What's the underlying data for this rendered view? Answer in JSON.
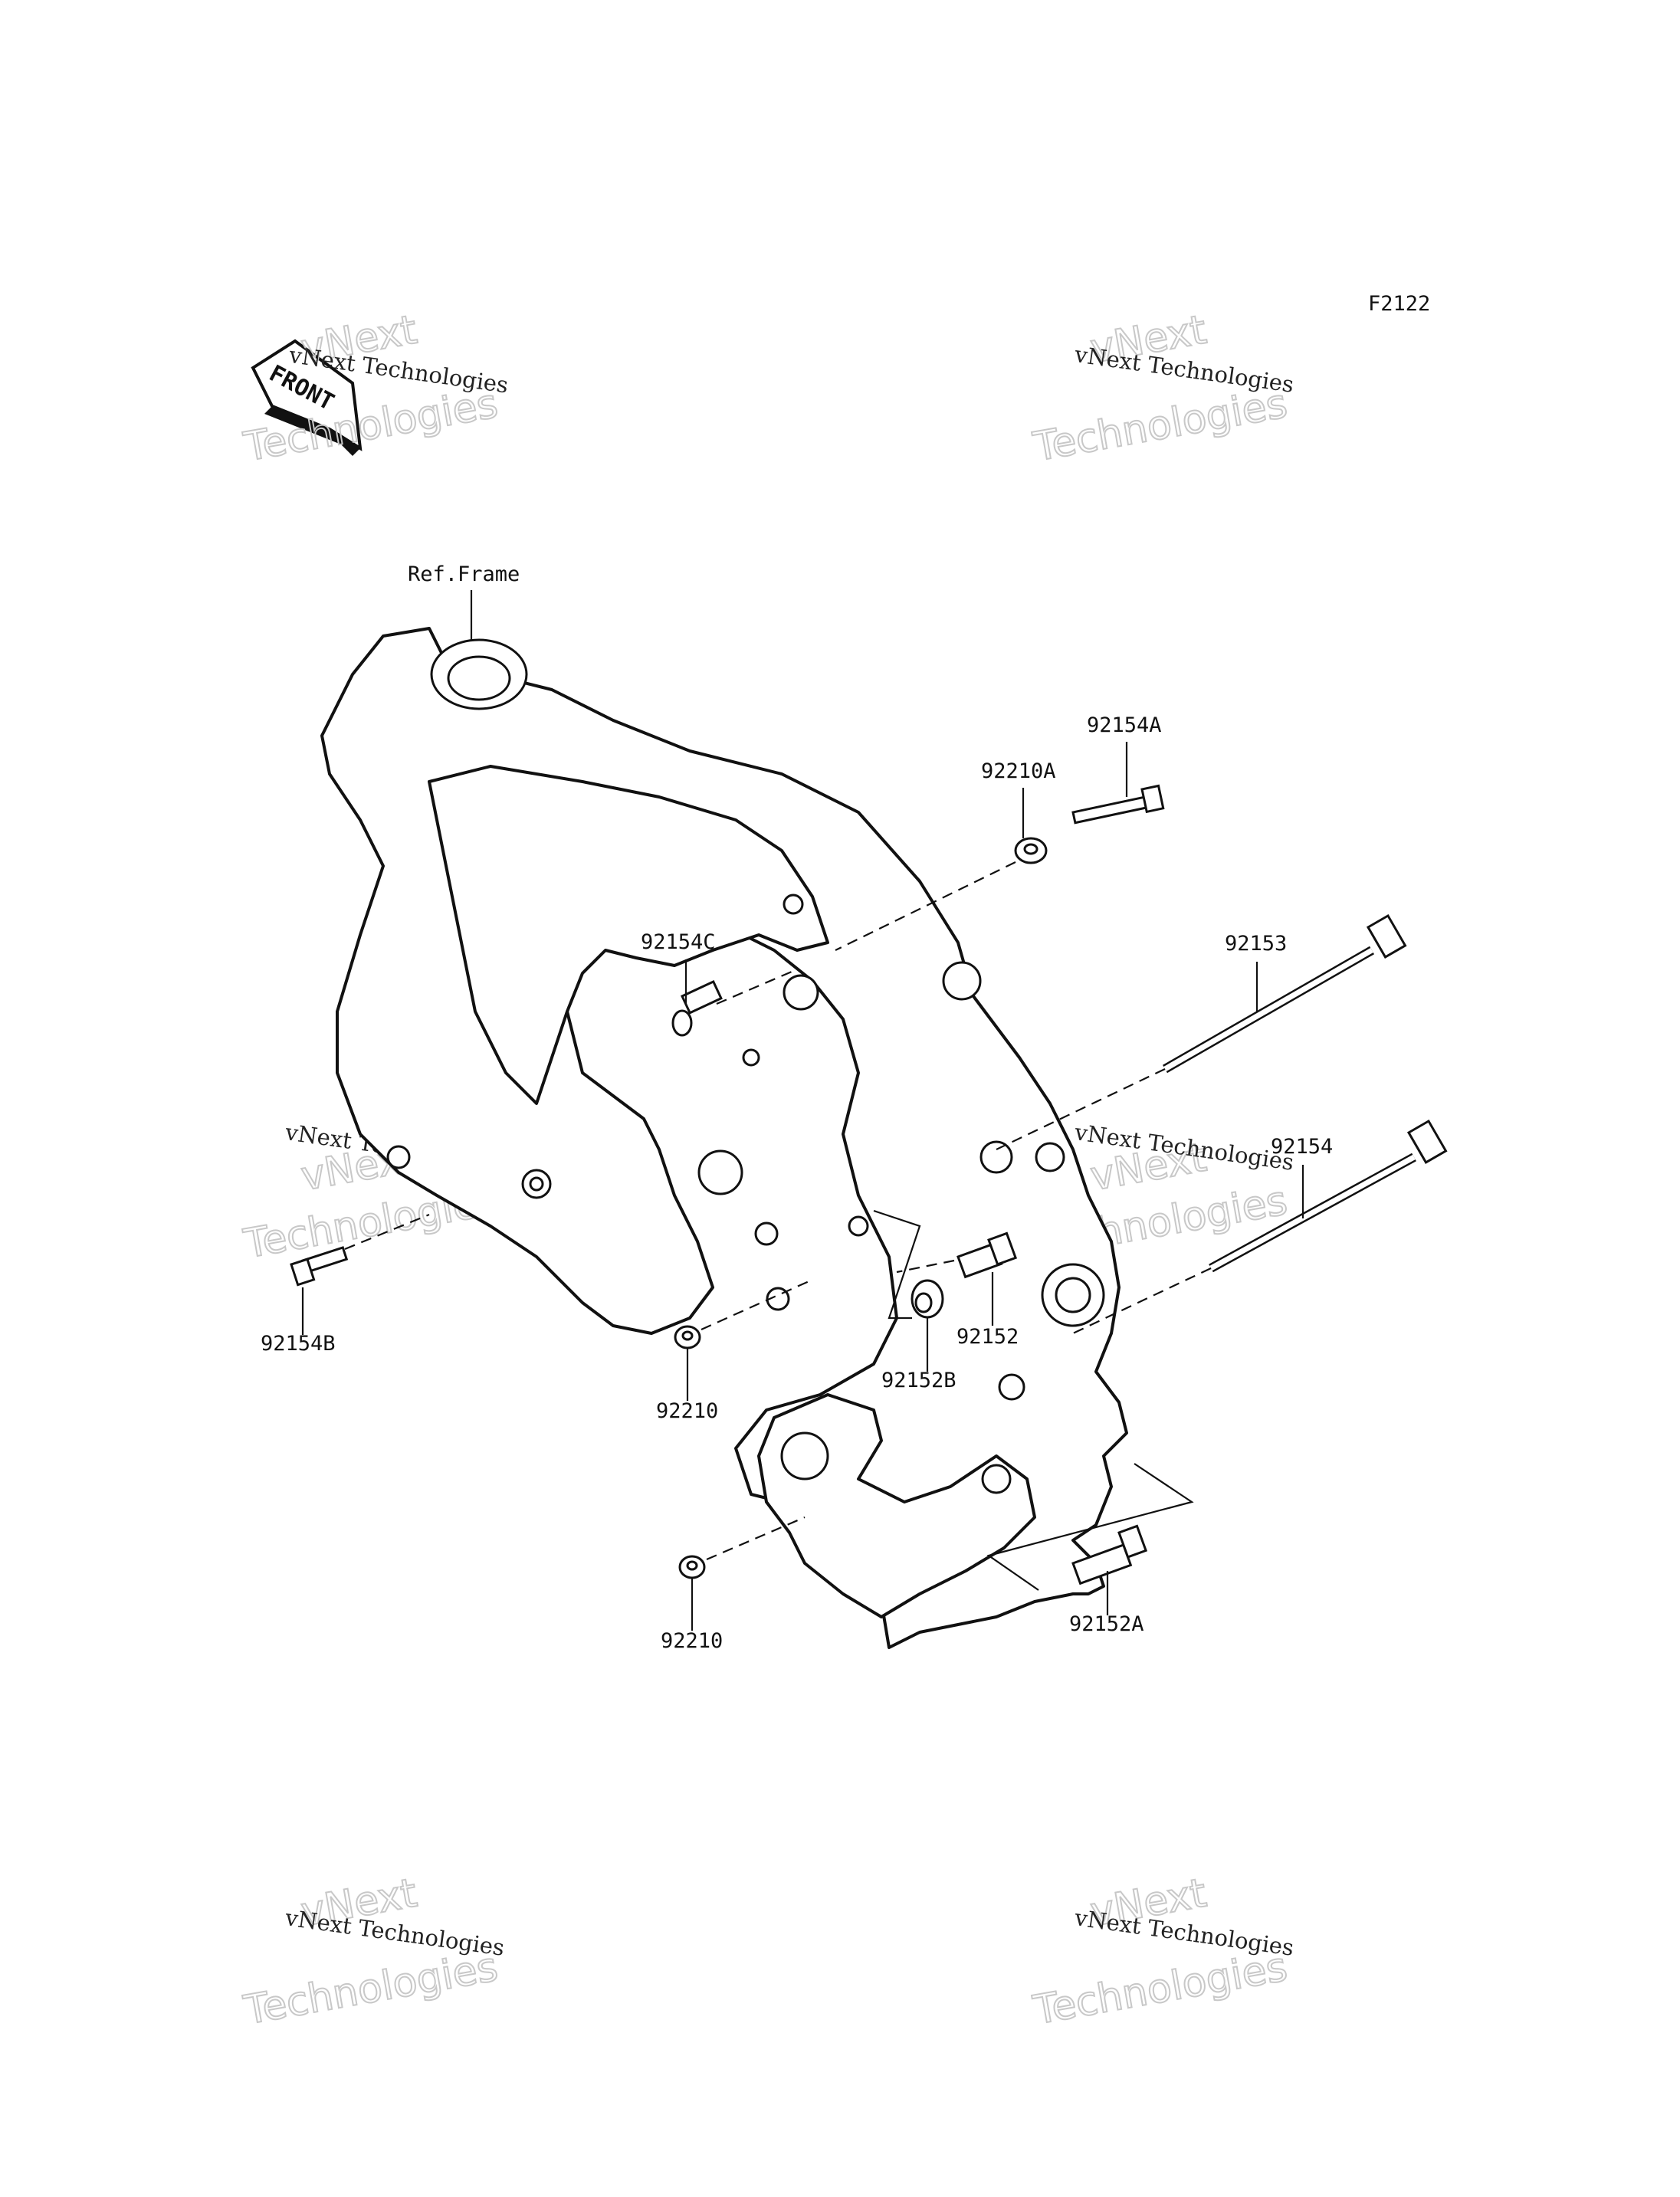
{
  "figure_code": "F2122",
  "front_label": "FRONT",
  "ref_label": "Ref.Frame",
  "watermark": {
    "line1": "vNext Technologies",
    "big_top": "vNext",
    "big_bottom": "Technologies"
  },
  "parts": {
    "p92154A": "92154A",
    "p92210A": "92210A",
    "p92153": "92153",
    "p92154C": "92154C",
    "p92154": "92154",
    "p92154B": "92154B",
    "p92152": "92152",
    "p92152B": "92152B",
    "p92210_upper": "92210",
    "p92210_lower": "92210",
    "p92152A": "92152A"
  }
}
